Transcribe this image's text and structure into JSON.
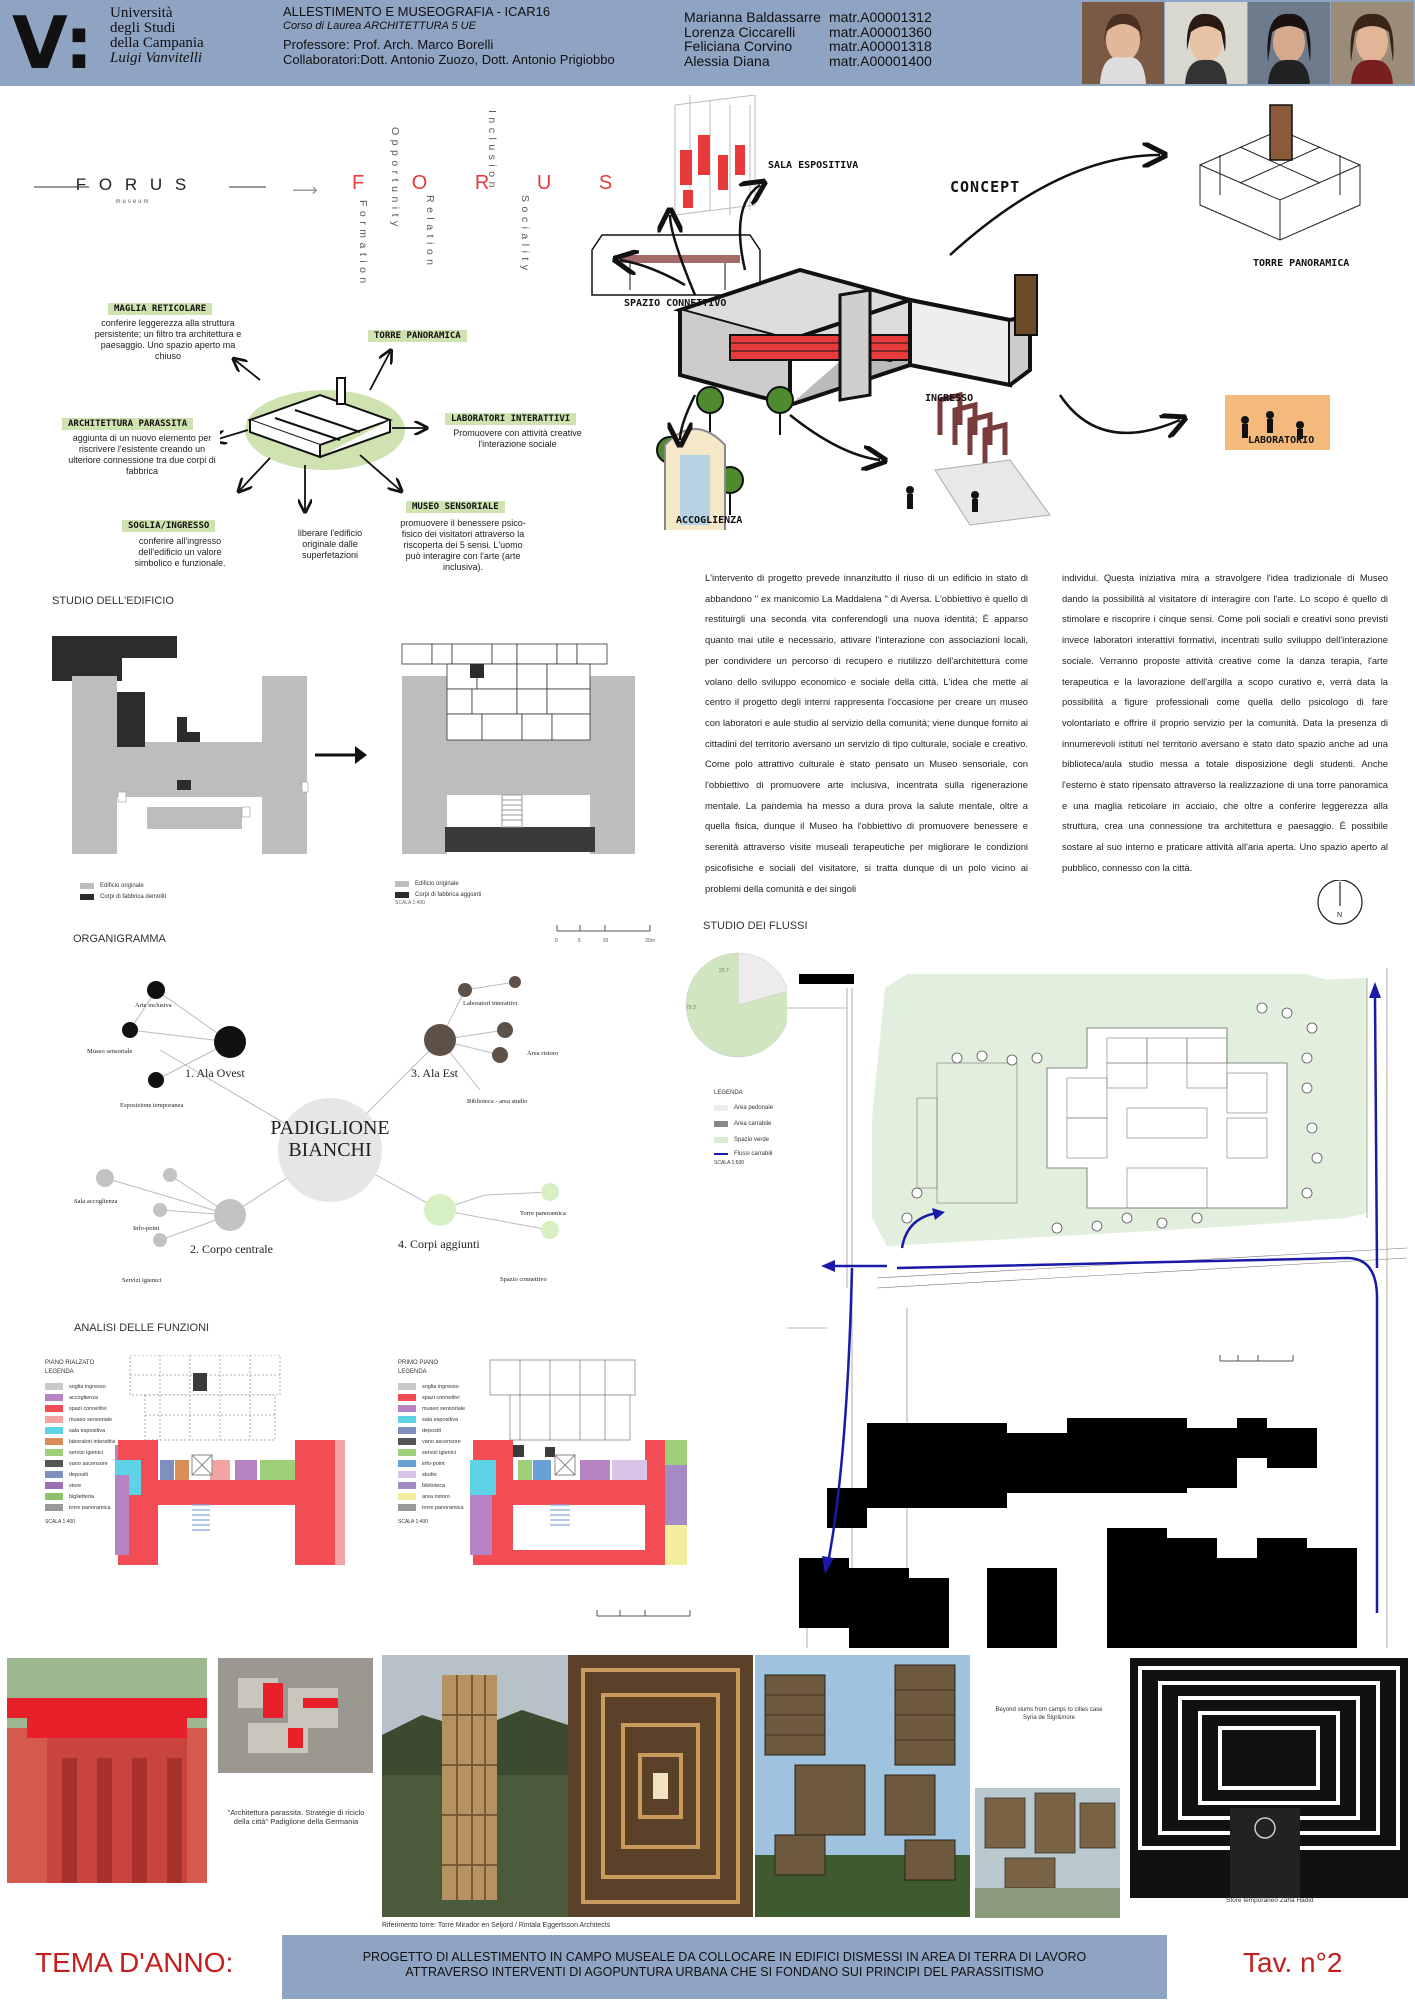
{
  "header": {
    "logo_letter": "V:",
    "university_lines": [
      "Università",
      "degli Studi",
      "della Campania"
    ],
    "university_italic": "Luigi Vanvitelli",
    "course_title": "ALLESTIMENTO E MUSEOGRAFIA - ICAR16",
    "course_sub": "Corso di Laurea ARCHITETTURA 5 UE",
    "professor": "Professore:  Prof. Arch. Marco Borelli",
    "collaborators": "Collaboratori:Dott. Antonio Zuozo, Dott. Antonio Prigiobbo",
    "students": [
      {
        "name": "Marianna Baldassarre",
        "id": "matr.A00001312"
      },
      {
        "name": "Lorenza Ciccarelli",
        "id": "matr.A00001360"
      },
      {
        "name": "Feliciana Corvino",
        "id": "matr.A00001318"
      },
      {
        "name": "Alessia Diana",
        "id": "matr.A00001400"
      }
    ]
  },
  "forus": {
    "logo": "F O R U S",
    "logo_sub": "museum",
    "acronym": "F O R U S",
    "vertical_words": [
      "Formation",
      "Opportunity",
      "Relation",
      "Inclusion",
      "Sociality"
    ]
  },
  "concept_diagram": {
    "labels": {
      "maglia": "MAGLIA RETICOLARE",
      "maglia_desc": "conferire leggerezza alla struttura persistente; un filtro tra architettura e paesaggio. Uno spazio aperto ma chiuso",
      "torre": "TORRE PANORAMICA",
      "parassita": "ARCHITETTURA PARASSITA",
      "parassita_desc": "aggiunta di un nuovo elemento per riscrivere l'esistente creando un ulteriore connessione tra due corpi di fabbrica",
      "lab": "LABORATORI INTERATTIVI",
      "lab_desc": "Promuovere con attività creative l'interazione sociale",
      "soglia": "SOGLIA/INGRESSO",
      "soglia_desc": "conferire all'ingresso dell'edificio un valore simbolico e funzionale.",
      "liberare_desc": "liberare l'edificio originale dalle superfetazioni",
      "museo": "MUSEO SENSORIALE",
      "museo_desc": "promuovere il benessere psico-fisico dei visitatori attraverso la riscoperta dei 5 sensi. L'uomo può interagire con l'arte (arte inclusiva)."
    }
  },
  "concept_sketch": {
    "title": "CONCEPT",
    "sala": "SALA ESPOSITIVA",
    "spazio": "SPAZIO CONNETTIVO",
    "torre": "TORRE PANORAMICA",
    "ingresso": "INGRESSO",
    "laboratorio": "LABORATORIO",
    "accoglienza": "ACCOGLIENZA"
  },
  "text": {
    "col1": "L'intervento di progetto prevede innanzitutto il riuso di un edificio in stato di abbandono \" ex manicomio La Maddalena \" di Aversa. L'obbiettivo è quello di restituirgli una seconda vita conferendogli una nuova identità; È apparso quanto mai utile e necessario, attivare l'interazione con associazioni locali, per condividere un percorso di recupero e riutilizzo dell'architettura come volano dello sviluppo economico e sociale della città. L'idea che mette al centro il progetto degli interni rappresenta l'occasione per creare un museo con laboratori e aule studio al servizio della comunità; viene dunque fornito ai cittadini del territorio aversano un servizio di tipo culturale, sociale e creativo. Come polo attrattivo culturale è stato pensato un Museo sensoriale, con l'obbiettivo di promuovere arte inclusiva, incentrata sulla rigenerazione mentale. La pandemia ha messo a dura prova la salute mentale, oltre a quella fisica, dunque il Museo ha l'obbiettivo di promuovere benessere e serenità attraverso visite museali terapeutiche per migliorare le condizioni psicofisiche e sociali del visitatore, si tratta dunque di un polo vicino ai problemi della comunità e dei singoli",
    "col2": "individui. Questa iniziativa mira a stravolgere l'idea tradizionale di Museo dando la possibilità al visitatore di interagire con l'arte. Lo scopo è quello di stimolare e riscoprire i cinque sensi. Come poli sociali e creativi sono previsti invece laboratori interattivi formativi, incentrati sullo sviluppo dell'interazione sociale. Verranno proposte attività creative come la danza terapia, l'arte terapeutica e la lavorazione dell'argilla a scopo curativo e, verrà data la possibilità a figure professionali come quella dello psicologo di fare volontariato e offrire il proprio servizio per la comunità. Data la presenza di innumerevoli istituti nel territorio aversano è stato dato spazio anche ad una biblioteca/aula studio messa a totale disposizione degli studenti. Anche l'esterno è stato ripensato attraverso la realizzazione di una torre panoramica e una maglia reticolare in acciaio, che oltre a conferire leggerezza alla struttura, crea una connessione tra architettura e paesaggio. È possibile sostare al suo interno e praticare attività all'aria aperta. Uno spazio aperto al pubblico, connesso con la città."
  },
  "studio_edificio": {
    "title": "STUDIO DELL'EDIFICIO",
    "legend_left": [
      "Edificio originale",
      "Corpi di fabbrica demoliti"
    ],
    "legend_right": [
      "Edificio originale",
      "Corpi di fabbrica aggiunti"
    ],
    "scale": "SCALA 1:400",
    "scalebar": [
      "0",
      "5",
      "10",
      "20m"
    ]
  },
  "organigramma": {
    "title": "ORGANIGRAMMA",
    "center": [
      "PADIGLIONE",
      "BIANCHI"
    ],
    "groups": {
      "ovest": "1. Ala Ovest",
      "est": "3. Ala Est",
      "centrale": "2. Corpo centrale",
      "aggiunti": "4. Corpi aggiunti"
    },
    "nodes": {
      "arte": "Arte inclusiva",
      "museo": "Museo sensoriale",
      "espo": "Esposizione temporanea",
      "lab": "Laboratori interattivi",
      "ristoro": "Area ristoro",
      "biblio": "Biblioteca - area studio",
      "sala": "Sala accoglienza",
      "info": "Info-point",
      "servizi": "Servizi igienici",
      "torre": "Torre panoramica",
      "spazio": "Spazio connettivo"
    }
  },
  "analisi": {
    "title": "ANALISI DELLE FUNZIONI",
    "piano_rialzato": "PIANO RIALZATO",
    "primo_piano": "PRIMO PIANO",
    "legenda": "LEGENDA",
    "scale": "SCALA 1:400",
    "legend_left": [
      {
        "label": "soglia ingresso",
        "color": "#c9c9c9"
      },
      {
        "label": "accoglienza",
        "color": "#b783c2"
      },
      {
        "label": "spazi connettivi",
        "color": "#f24d55"
      },
      {
        "label": "museo sensoriale",
        "color": "#f2a3a3"
      },
      {
        "label": "sala espositiva",
        "color": "#5fd3e6"
      },
      {
        "label": "laboratori interattivi",
        "color": "#d98e5a"
      },
      {
        "label": "servizi igienici",
        "color": "#9ecf7a"
      },
      {
        "label": "vano ascensore",
        "color": "#555555"
      },
      {
        "label": "depositi",
        "color": "#7f8fbf"
      },
      {
        "label": "store",
        "color": "#9b6fb3"
      },
      {
        "label": "biglietteria",
        "color": "#8cc26b"
      },
      {
        "label": "torre panoramica",
        "color": "#999999"
      }
    ],
    "legend_right": [
      {
        "label": "soglia ingresso",
        "color": "#c9c9c9"
      },
      {
        "label": "spazi connettivi",
        "color": "#f24d55"
      },
      {
        "label": "museo sensoriale",
        "color": "#b783c2"
      },
      {
        "label": "sala espositiva",
        "color": "#5fd3e6"
      },
      {
        "label": "depositi",
        "color": "#7f8fbf"
      },
      {
        "label": "vano ascensore",
        "color": "#555555"
      },
      {
        "label": "servizi igienici",
        "color": "#9ecf7a"
      },
      {
        "label": "info-point",
        "color": "#6aa0d8"
      },
      {
        "label": "studio",
        "color": "#d9c3e6"
      },
      {
        "label": "biblioteca",
        "color": "#a58bc4"
      },
      {
        "label": "area ristoro",
        "color": "#f3ee9e"
      },
      {
        "label": "torre panoramica",
        "color": "#999999"
      }
    ]
  },
  "flussi": {
    "title": "STUDIO DEI FLUSSI",
    "pie": [
      20.7,
      79.3
    ],
    "pie_labels": [
      "20,7",
      "79,3"
    ],
    "legenda": "LEGENDA",
    "legend": [
      "Area pedonale",
      "Area carrabile",
      "Spazio verde",
      "Flussi carrabili"
    ],
    "scale": "SCALA 1:500"
  },
  "refs": {
    "germania": "\"Architettura parassita. Strategie di riciclo della città\" Padiglione della Germania",
    "torre": "Riferimento torre: Torre Mirador en Seljord / Rintala Eggertsson Architects",
    "slums": "Beyond slums from camps to cities case Syria de Sigr&more",
    "store": "Store temporaneo Zaha Hadid"
  },
  "footer": {
    "tema": "TEMA D'ANNO:",
    "line1": "PROGETTO DI ALLESTIMENTO IN CAMPO MUSEALE DA COLLOCARE IN EDIFICI DISMESSI IN AREA DI TERRA DI LAVORO",
    "line2": "ATTRAVERSO INTERVENTI DI AGOPUNTURA URBANA CHE SI FONDANO SUI PRINCIPI DEL PARASSITISMO",
    "tav": "Tav. n°2"
  },
  "colors": {
    "header": "#8fa3c2",
    "accent_red": "#e83a3a",
    "flow_blue": "#1a1aa8",
    "green": "#cfe3b0"
  }
}
